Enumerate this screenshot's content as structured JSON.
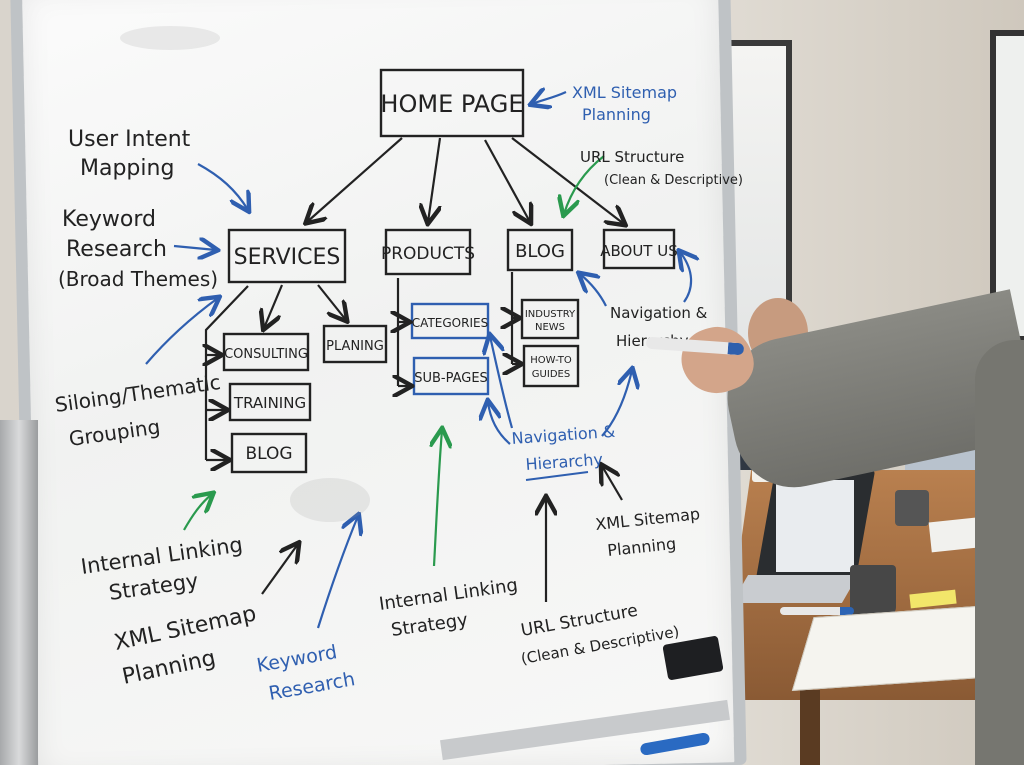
{
  "whiteboard": {
    "boxes": {
      "home_page": "HOME PAGE",
      "services": "SERVICES",
      "products": "PRODUCTS",
      "blog": "BLOG",
      "about_us": "ABOUT US",
      "consulting": "CONSULTING",
      "planing": "PLANING",
      "training": "TRAINING",
      "blog_sub": "BLOG",
      "categories": "CATEGORIES",
      "sub_pages": "SUB-PAGES",
      "industry_news_1": "INDUSTRY",
      "industry_news_2": "NEWS",
      "how_to_1": "HOW-TO",
      "how_to_2": "GUIDES"
    },
    "annotations": {
      "xml_sitemap_top_1": "XML Sitemap",
      "xml_sitemap_top_2": "Planning",
      "url_structure_top_1": "URL Structure",
      "url_structure_top_2": "(Clean & Descriptive)",
      "user_intent_1": "User Intent",
      "user_intent_2": "Mapping",
      "keyword_research_1": "Keyword",
      "keyword_research_2": "Research",
      "keyword_research_3": "(Broad Themes)",
      "siloing_1": "Siloing/Thematic",
      "siloing_2": "Grouping",
      "nav_hier_right_1": "Navigation &",
      "nav_hier_right_2": "Hierarchy",
      "nav_hier_mid_1": "Navigation &",
      "nav_hier_mid_2": "Hierarchy",
      "xml_sitemap_right_1": "XML Sitemap",
      "xml_sitemap_right_2": "Planning",
      "internal_linking_left_1": "Internal Linking",
      "internal_linking_left_2": "Strategy",
      "xml_sitemap_left_1": "XML Sitemap",
      "xml_sitemap_left_2": "Planning",
      "keyword_research_bottom_1": "Keyword",
      "keyword_research_bottom_2": "Research",
      "internal_linking_mid_1": "Internal Linking",
      "internal_linking_mid_2": "Strategy",
      "url_structure_bottom_1": "URL Structure",
      "url_structure_bottom_2": "(Clean & Descriptive)"
    },
    "colors": {
      "ink_black": "#222222",
      "ink_blue": "#2f5fb0",
      "ink_green": "#2a9a4e"
    }
  }
}
